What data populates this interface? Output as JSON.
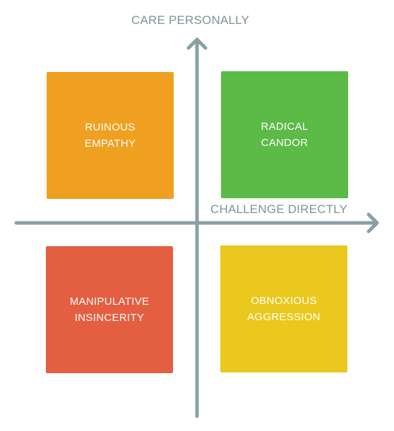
{
  "axes": {
    "vertical_label": "CARE PERSONALLY",
    "horizontal_label": "CHALLENGE DIRECTLY",
    "color": "#8aa0a4"
  },
  "quadrants": [
    {
      "lines": [
        "RUINOUS",
        "EMPATHY"
      ],
      "color": "#f0a020"
    },
    {
      "lines": [
        "RADICAL",
        "CANDOR"
      ],
      "color": "#5cba47"
    },
    {
      "lines": [
        "MANIPULATIVE",
        "INSINCERITY"
      ],
      "color": "#e45e41"
    },
    {
      "lines": [
        "OBNOXIOUS",
        "AGGRESSION"
      ],
      "color": "#eac81d"
    }
  ]
}
